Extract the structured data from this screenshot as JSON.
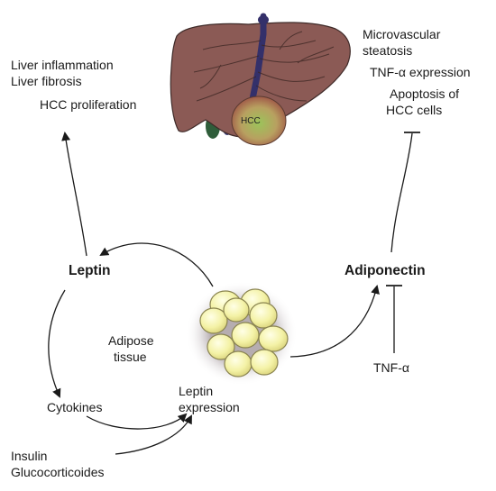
{
  "organ": {
    "tumor_label": "HCC"
  },
  "liver_effects": {
    "line1": "Liver inflammation",
    "line2": "Liver fibrosis",
    "line3": "HCC proliferation"
  },
  "adiponectin_effects": {
    "line1": "Microvascular",
    "line2": "steatosis",
    "line3": "TNF-α expression",
    "line4": "Apoptosis of",
    "line5": "HCC cells"
  },
  "nodes": {
    "leptin": "Leptin",
    "adiponectin": "Adiponectin",
    "adipose_line1": "Adipose",
    "adipose_line2": "tissue",
    "cytokines": "Cytokines",
    "leptin_expr_line1": "Leptin",
    "leptin_expr_line2": "expression",
    "tnf": "TNF-α",
    "insulin": "Insulin",
    "glucocorticoides": "Glucocorticoides"
  },
  "colors": {
    "liver": "#8b5a55",
    "liver_outline": "#3e2a28",
    "vessel": "#34306a",
    "tumor_center": "#9bc45a",
    "tumor_edge": "#a05a48",
    "fat_cell": "#f4f2a6",
    "arrow": "#1a1a1a"
  },
  "icons": {
    "liver": "liver-illustration",
    "adipocytes": "adipocyte-cluster-icon"
  }
}
